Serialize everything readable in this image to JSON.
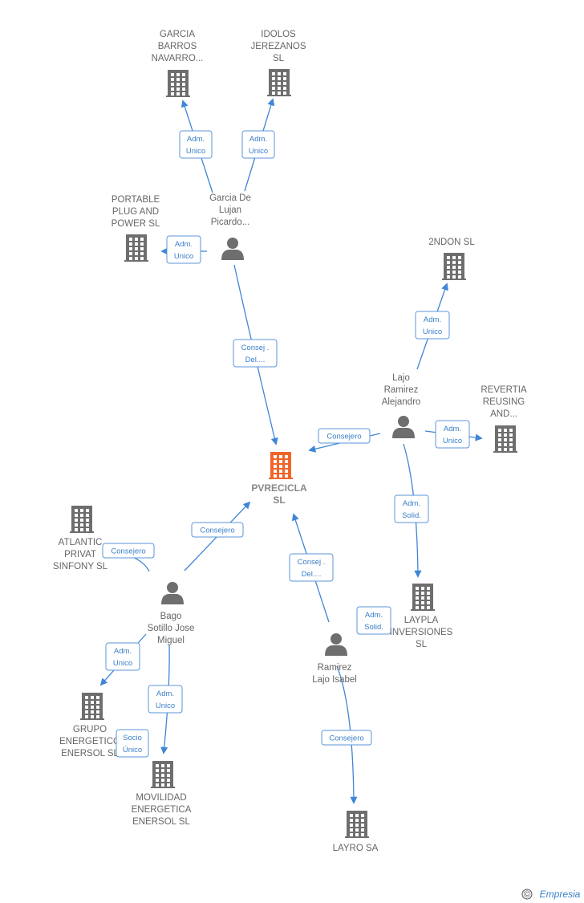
{
  "colors": {
    "edge": "#3f86d6",
    "company_icon": "#6e6e6e",
    "center_icon": "#f0662a",
    "person_icon": "#6e6e6e",
    "label_text": "#666666",
    "edge_label_text": "#3a7fc8"
  },
  "center": {
    "id": "pvrecicla",
    "lines": [
      "PVRECICLA",
      "SL"
    ]
  },
  "nodes": [
    {
      "id": "garcia_barros",
      "type": "company",
      "icon": "building-icon",
      "lines": [
        "GARCIA",
        "BARROS",
        "NAVARRO..."
      ]
    },
    {
      "id": "idolos",
      "type": "company",
      "icon": "building-icon",
      "lines": [
        "IDOLOS",
        "JEREZANOS",
        "SL"
      ]
    },
    {
      "id": "portable",
      "type": "company",
      "icon": "building-icon",
      "lines": [
        "PORTABLE",
        "PLUG AND",
        "POWER  SL"
      ]
    },
    {
      "id": "garcia_de_lujan",
      "type": "person",
      "icon": "person-icon",
      "lines": [
        "Garcia De",
        "Lujan",
        "Picardo..."
      ]
    },
    {
      "id": "2ndon",
      "type": "company",
      "icon": "building-icon",
      "lines": [
        "2NDON  SL"
      ]
    },
    {
      "id": "lajo_ramirez",
      "type": "person",
      "icon": "person-icon",
      "lines": [
        "Lajo",
        "Ramirez",
        "Alejandro"
      ]
    },
    {
      "id": "revertia",
      "type": "company",
      "icon": "building-icon",
      "lines": [
        "REVERTIA",
        "REUSING",
        "AND..."
      ]
    },
    {
      "id": "atlantic",
      "type": "company",
      "icon": "building-icon",
      "lines": [
        "ATLANTIC",
        "PRIVAT",
        "SINFONY  SL"
      ]
    },
    {
      "id": "bago",
      "type": "person",
      "icon": "person-icon",
      "lines": [
        "Bago",
        "Sotillo Jose",
        "Miguel"
      ]
    },
    {
      "id": "laypla",
      "type": "company",
      "icon": "building-icon",
      "lines": [
        "LAYPLA",
        "INVERSIONES",
        "SL"
      ]
    },
    {
      "id": "ramirez_lajo",
      "type": "person",
      "icon": "person-icon",
      "lines": [
        "Ramirez",
        "Lajo Isabel"
      ]
    },
    {
      "id": "grupo",
      "type": "company",
      "icon": "building-icon",
      "lines": [
        "GRUPO",
        "ENERGETICO",
        "ENERSOL  SL"
      ]
    },
    {
      "id": "movilidad",
      "type": "company",
      "icon": "building-icon",
      "lines": [
        "MOVILIDAD",
        "ENERGETICA",
        "ENERSOL  SL"
      ]
    },
    {
      "id": "layro",
      "type": "company",
      "icon": "building-icon",
      "lines": [
        "LAYRO SA"
      ]
    }
  ],
  "edges": [
    {
      "from": "garcia_de_lujan",
      "to": "garcia_barros",
      "label": [
        "Adm.",
        "Unico"
      ]
    },
    {
      "from": "garcia_de_lujan",
      "to": "idolos",
      "label": [
        "Adm.",
        "Unico"
      ]
    },
    {
      "from": "garcia_de_lujan",
      "to": "portable",
      "label": [
        "Adm.",
        "Unico"
      ]
    },
    {
      "from": "garcia_de_lujan",
      "to": "pvrecicla",
      "label": [
        "Consej .",
        "Del...."
      ]
    },
    {
      "from": "lajo_ramirez",
      "to": "2ndon",
      "label": [
        "Adm.",
        "Unico"
      ]
    },
    {
      "from": "lajo_ramirez",
      "to": "pvrecicla",
      "label": [
        "Consejero"
      ]
    },
    {
      "from": "lajo_ramirez",
      "to": "revertia",
      "label": [
        "Adm.",
        "Unico"
      ]
    },
    {
      "from": "lajo_ramirez",
      "to": "laypla",
      "label": [
        "Adm.",
        "Solid."
      ]
    },
    {
      "from": "ramirez_lajo",
      "to": "laypla",
      "label": [
        "Adm.",
        "Solid."
      ]
    },
    {
      "from": "ramirez_lajo",
      "to": "pvrecicla",
      "label": [
        "Consej .",
        "Del...."
      ]
    },
    {
      "from": "ramirez_lajo",
      "to": "layro",
      "label": [
        "Consejero"
      ]
    },
    {
      "from": "bago",
      "to": "pvrecicla",
      "label": [
        "Consejero"
      ]
    },
    {
      "from": "bago",
      "to": "atlantic",
      "label": [
        "Consejero"
      ]
    },
    {
      "from": "bago",
      "to": "grupo",
      "label": [
        "Adm.",
        "Unico"
      ]
    },
    {
      "from": "bago",
      "to": "movilidad",
      "label": [
        "Adm.",
        "Unico"
      ]
    },
    {
      "from": "bago",
      "to": "grupo",
      "label": [
        "Socio",
        "Único"
      ]
    }
  ],
  "footer": {
    "copyright": "©",
    "brand": "Empresia"
  }
}
